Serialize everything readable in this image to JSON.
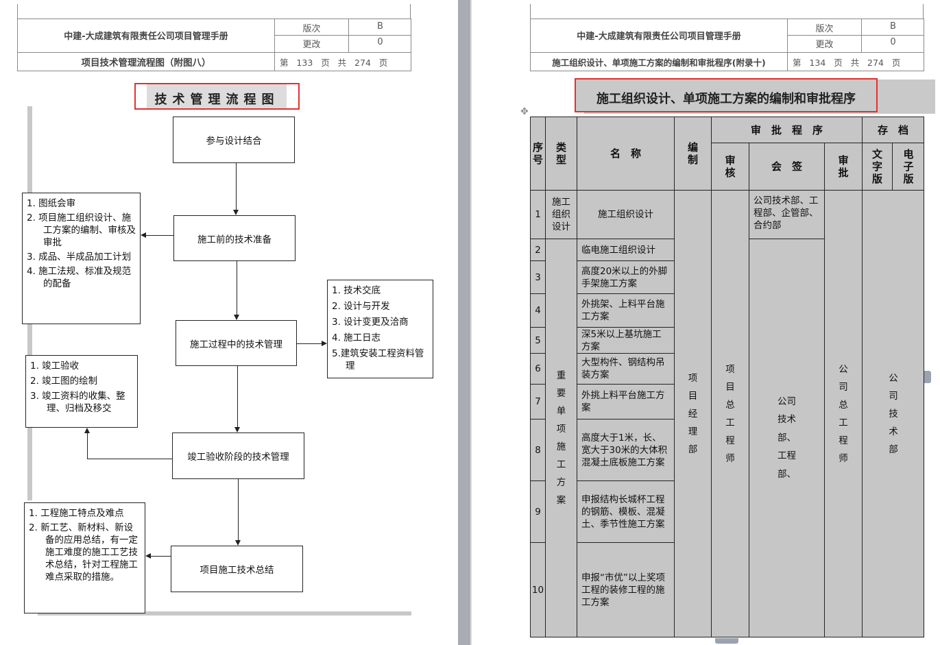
{
  "header": {
    "company": "中建-大成建筑有限责任公司项目管理手册",
    "version_label": "版次",
    "version_value": "B",
    "change_label": "更改",
    "change_value": "0",
    "left_subtitle": "项目技术管理流程图（附图八）",
    "left_page": "第   133   页   共   274   页",
    "right_subtitle": "施工组织设计、单项施工方案的编制和审批程序(附录十)",
    "right_page": "第   134   页   共   274   页"
  },
  "left": {
    "title": "技术管理流程图",
    "steps": [
      "参与设计结合",
      "施工前的技术准备",
      "施工过程中的技术管理",
      "竣工验收阶段的技术管理",
      "项目施工技术总结"
    ],
    "prep_list": [
      "1. 图纸会审",
      "2. 项目施工组织设计、施工方案的编制、审核及审批",
      "3. 成品、半成品加工计划",
      "4. 施工法规、标准及规范的配备"
    ],
    "process_list": [
      "1. 技术交底",
      "2. 设计与开发",
      "3. 设计变更及洽商",
      "4. 施工日志",
      "5.建筑安装工程资料管理"
    ],
    "acceptance_list": [
      "1. 竣工验收",
      "2. 竣工图的绘制",
      "3. 竣工资料的收集、整理、归档及移交"
    ],
    "summary_list": [
      "1. 工程施工特点及难点",
      "2. 新工艺、新材料、新设备的应用总结，有一定施工难度的施工工艺技术总结，针对工程施工难点采取的措施。"
    ]
  },
  "right": {
    "title": "施工组织设计、单项施工方案的编制和审批程序",
    "move_icon": "✥",
    "headers": {
      "seq": "序号",
      "type": "类型",
      "name": "名　称",
      "compile": "编制",
      "approval_process": "审　批　程　序",
      "archive": "存　档",
      "review": "审核",
      "countersign": "会　签",
      "approve": "审批",
      "text_version": "文字版",
      "electronic_version": "电子版"
    },
    "type_1": "施工组织设计",
    "type_2": "重要单项施工方案",
    "countersign_1": "公司技术部、工程部、企管部、合约部",
    "compile_value": "项目经理部",
    "review_value": "项目总工程师",
    "countersign_value": "公司技术部、工程部、",
    "approve_value": "公司总工程师",
    "archive_value": "公司技术部",
    "rows": [
      {
        "no": "1",
        "name": "施工组织设计"
      },
      {
        "no": "2",
        "name": "临电施工组织设计"
      },
      {
        "no": "3",
        "name": "高度20米以上的外脚手架施工方案"
      },
      {
        "no": "4",
        "name": "外挑架、上料平台施工方案"
      },
      {
        "no": "5",
        "name": "深5米以上基坑施工方案"
      },
      {
        "no": "6",
        "name": "大型构件、钢结构吊装方案"
      },
      {
        "no": "7",
        "name": "外挑上料平台施工方案"
      },
      {
        "no": "8",
        "name": "高度大于1米，长、宽大于30米的大体积混凝土底板施工方案"
      },
      {
        "no": "9",
        "name": "申报结构长城杯工程的钢筋、模板、混凝土、季节性施工方案"
      },
      {
        "no": "10",
        "name": "申报“市优”以上奖项工程的装修工程的施工方案"
      }
    ]
  }
}
